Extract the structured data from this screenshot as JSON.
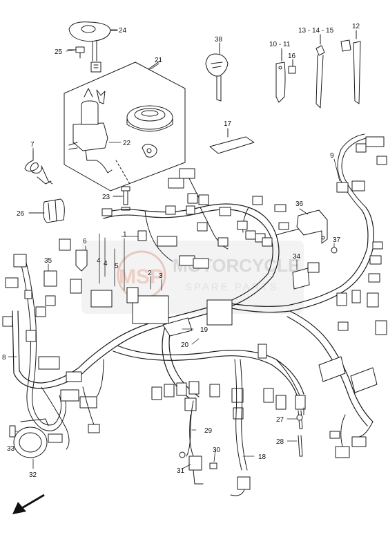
{
  "watermark": {
    "line1": "MOTORCYCLE",
    "line2": "SPARE PARTS",
    "logo": "MSP"
  },
  "callouts": [
    "24",
    "25",
    "21",
    "22",
    "23",
    "26",
    "7",
    "38",
    "10 - 11",
    "16",
    "13 - 14 - 15",
    "12",
    "17",
    "9",
    "36",
    "37",
    "1",
    "6",
    "4",
    "4",
    "5",
    "2",
    "3",
    "35",
    "34",
    "19",
    "20",
    "8",
    "33",
    "32",
    "31",
    "30",
    "29",
    "18",
    "27",
    "28"
  ],
  "colors": {
    "line": "#1a1a1a",
    "watermark": "#d0d0d0",
    "background": "#ffffff"
  }
}
